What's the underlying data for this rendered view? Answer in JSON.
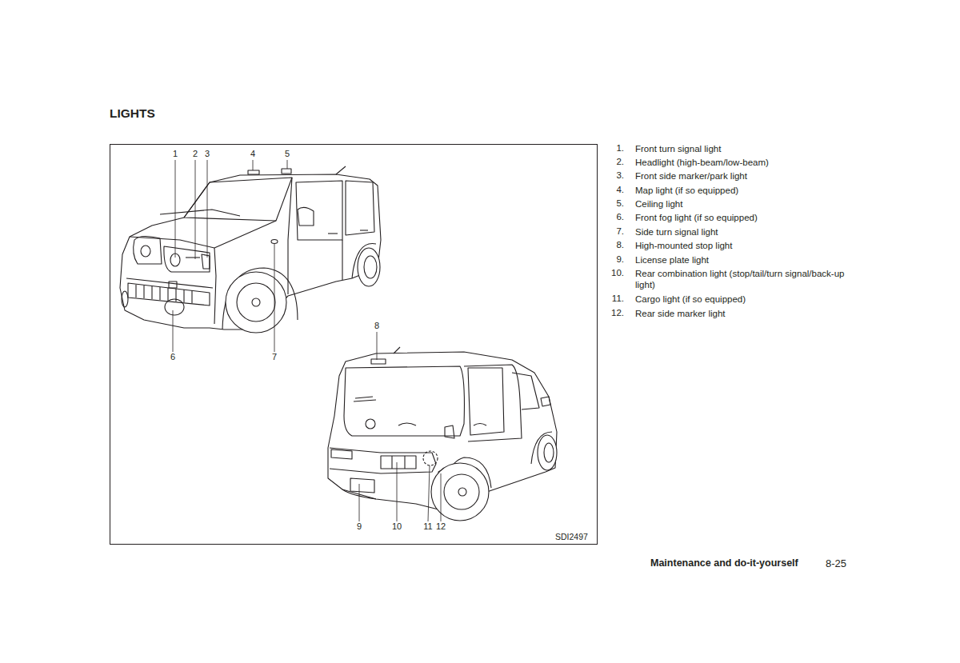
{
  "diagram": {
    "title": "LIGHTS",
    "labels": [
      "1",
      "2",
      "3",
      "4",
      "5",
      "6",
      "7",
      "8",
      "9",
      "10",
      "11",
      "12",
      "SDI2497",
      "1.",
      "Front turn signal light",
      "2.",
      "Headlight (high-beam/low-beam)",
      "3.",
      "Front side marker/park light",
      "4.",
      "Map light (if so equipped)",
      "5.",
      "Ceiling light",
      "6.",
      "Front fog light (if so equipped)",
      "7.",
      "Side turn signal light",
      "8.",
      "High-mounted stop light",
      "9.",
      "License plate light",
      "10.",
      "Rear combination light (stop/tail/turn signal/back-up light)",
      "11.",
      "Cargo light (if so equipped)",
      "12.",
      "Rear side marker light",
      "Maintenance and do-it-yourself",
      "8-25"
    ]
  }
}
